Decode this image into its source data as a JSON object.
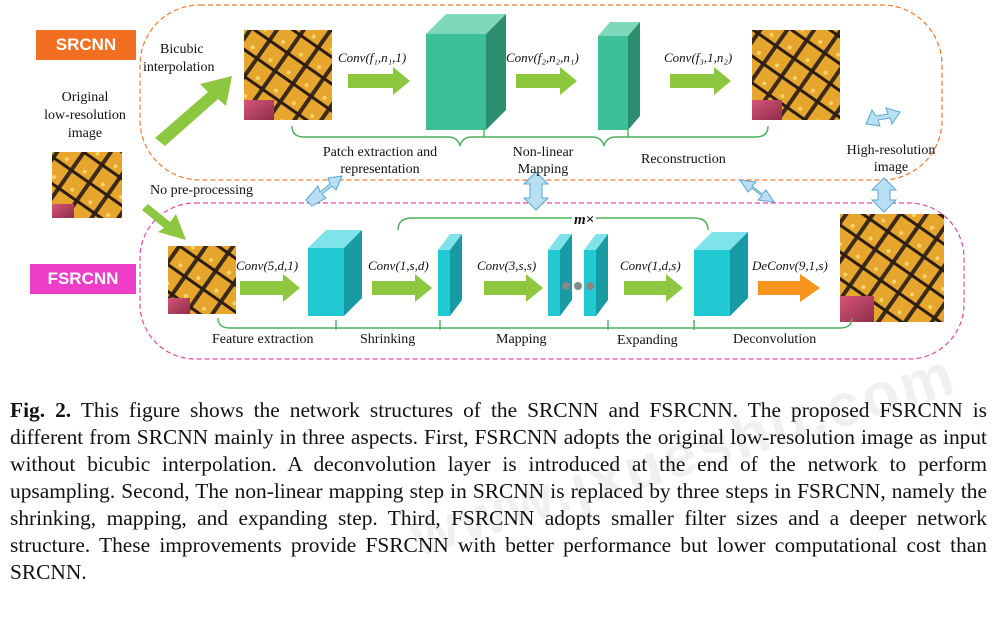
{
  "labels": {
    "srcnn": "SRCNN",
    "fsrcnn": "FSRCNN",
    "bicubic_line1": "Bicubic",
    "bicubic_line2": "interpolation",
    "original_line1": "Original",
    "original_line2": "low-resolution",
    "original_line3": "image",
    "no_preprocessing": "No pre-processing",
    "patch_line1": "Patch extraction and",
    "patch_line2": "representation",
    "nonlinear_line1": "Non-linear",
    "nonlinear_line2": "Mapping",
    "reconstruction": "Reconstruction",
    "hr_line1": "High-resolution",
    "hr_line2": "image",
    "m_times": "m×",
    "feature_extraction": "Feature extraction",
    "shrinking": "Shrinking",
    "mapping": "Mapping",
    "expanding": "Expanding",
    "deconvolution": "Deconvolution"
  },
  "ops": {
    "srcnn_conv1": "Conv(f₁,n₁,1)",
    "srcnn_conv2": "Conv(f₂,n₂,n₁)",
    "srcnn_conv3": "Conv(f₃,1,n₂)",
    "fsrcnn_conv1": "Conv(5,d,1)",
    "fsrcnn_conv2": "Conv(1,s,d)",
    "fsrcnn_conv3": "Conv(3,s,s)",
    "fsrcnn_conv4": "Conv(1,d,s)",
    "fsrcnn_deconv": "DeConv(9,1,s)"
  },
  "caption": {
    "label": "Fig. 2.",
    "text": "This figure shows the network structures of the SRCNN and FSRCNN. The proposed FSRCNN is different from SRCNN mainly in three aspects. First, FSRCNN adopts the original low-resolution image as input without bicubic interpolation. A deconvolution layer is introduced at the end of the network to perform upsampling. Second, The non-linear mapping step in SRCNN is replaced by three steps in FSRCNN, namely the shrinking, mapping, and expanding step. Third, FSRCNN adopts smaller filter sizes and a deeper network structure. These improvements provide FSRCNN with better performance but lower computational cost than SRCNN."
  },
  "watermark": "www.jxueshu.com",
  "colors": {
    "srcnn_badge": "#f26f22",
    "fsrcnn_badge": "#ee3ec8",
    "srcnn_border": "#f07a2c",
    "fsrcnn_border": "#e6489f",
    "green_arrow": "#8dc63f",
    "orange_arrow": "#f7941d",
    "teal_block": "#3dbf97",
    "cyan_block": "#22c8d2",
    "bracket": "#4bb05a",
    "double_arrow": "#b8dff2"
  }
}
